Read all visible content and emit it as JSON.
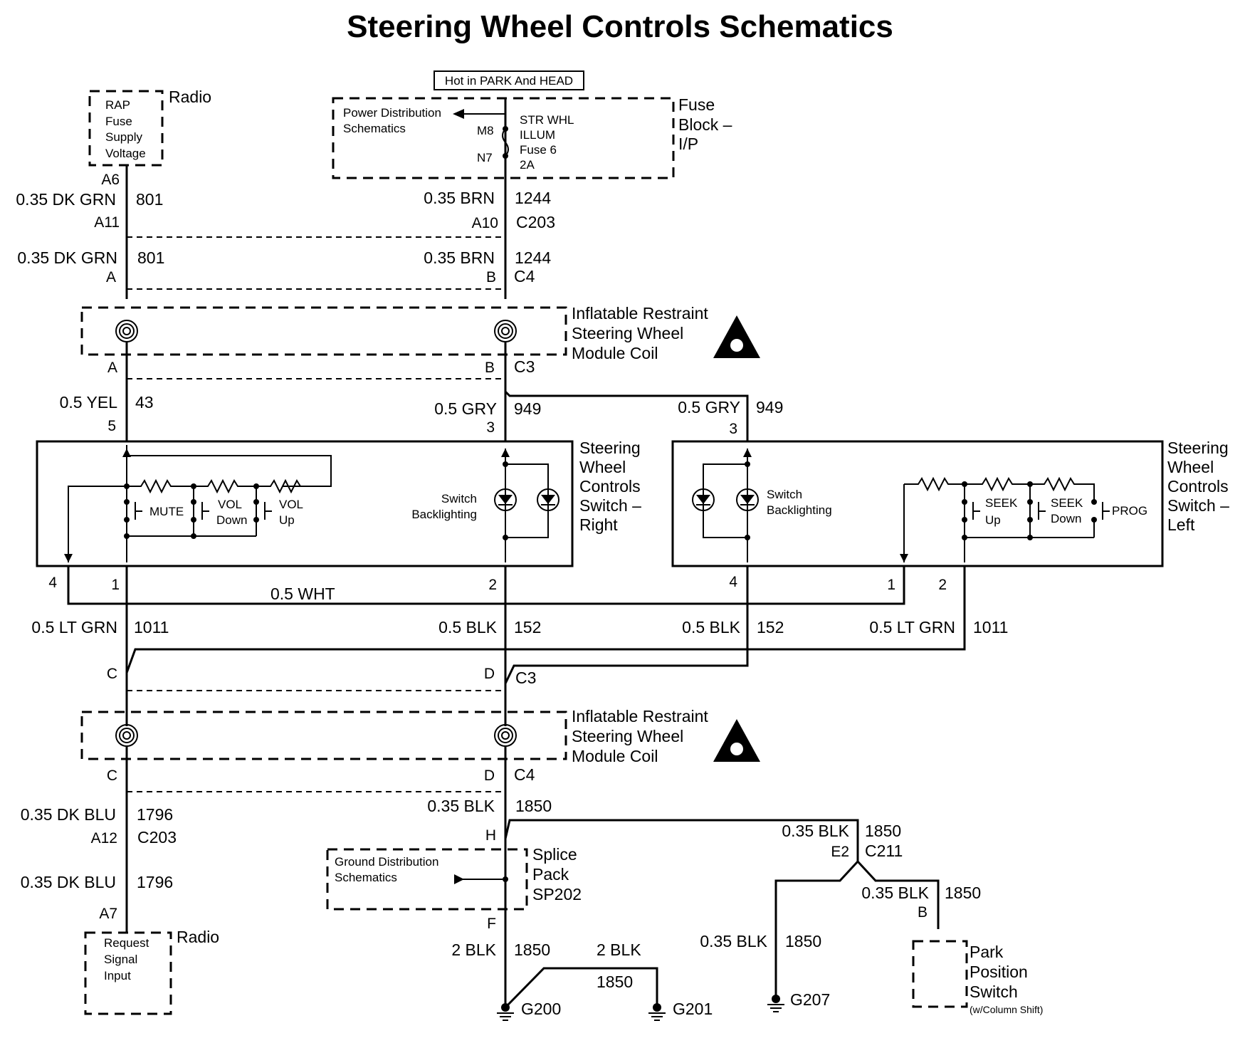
{
  "title": "Steering Wheel Controls Schematics",
  "top": {
    "hot_label": "Hot in PARK And HEAD",
    "radio_rap_lines": [
      "RAP",
      "Fuse",
      "Supply",
      "Voltage"
    ],
    "radio_label": "Radio",
    "power_dist_lines": [
      "Power Distribution",
      "Schematics"
    ],
    "pin_m8": "M8",
    "pin_n7": "N7",
    "fuse_lines": [
      "STR WHL",
      "ILLUM",
      "Fuse 6",
      "2A"
    ],
    "fuse_block_lines": [
      "Fuse",
      "Block –",
      "I/P"
    ]
  },
  "upper_wires": {
    "a6": "A6",
    "w801_a": "0.35 DK GRN",
    "n801_a": "801",
    "a11": "A11",
    "w1244_a": "0.35 BRN",
    "n1244_a": "1244",
    "a10": "A10",
    "c203": "C203",
    "w801_b": "0.35 DK GRN",
    "n801_b": "801",
    "pin_a": "A",
    "w1244_b": "0.35 BRN",
    "n1244_b": "1244",
    "pin_b": "B",
    "c4": "C4"
  },
  "coil_upper": {
    "label_lines": [
      "Inflatable Restraint",
      "Steering Wheel",
      "Module Coil"
    ],
    "pin_a": "A",
    "pin_b": "B",
    "c3": "C3"
  },
  "mid_wires": {
    "w43": "0.5 YEL",
    "n43": "43",
    "pin5": "5",
    "w949_r": "0.5 GRY",
    "n949_r": "949",
    "pin3_r": "3",
    "w949_l": "0.5 GRY",
    "n949_l": "949",
    "pin3_l": "3"
  },
  "switch_right": {
    "label_lines": [
      "Steering",
      "Wheel",
      "Controls",
      "Switch –",
      "Right"
    ],
    "mute": "MUTE",
    "vol_down_lines": [
      "VOL",
      "Down"
    ],
    "vol_up_lines": [
      "VOL",
      "Up"
    ],
    "backlight_lines": [
      "Switch",
      "Backlighting"
    ],
    "pin4": "4",
    "pin1": "1",
    "pin2": "2"
  },
  "switch_left": {
    "label_lines": [
      "Steering",
      "Wheel",
      "Controls",
      "Switch –",
      "Left"
    ],
    "backlight_lines": [
      "Switch",
      "Backlighting"
    ],
    "seek_up_lines": [
      "SEEK",
      "Up"
    ],
    "seek_down_lines": [
      "SEEK",
      "Down"
    ],
    "prog": "PROG",
    "pin4": "4",
    "pin1": "1",
    "pin2": "2"
  },
  "lower_wires": {
    "wht": "0.5 WHT",
    "w1011_r": "0.5 LT GRN",
    "n1011_r": "1011",
    "w152_r": "0.5 BLK",
    "n152_r": "152",
    "w152_l": "0.5 BLK",
    "n152_l": "152",
    "w1011_l": "0.5 LT GRN",
    "n1011_l": "1011",
    "pin_c": "C",
    "pin_d": "D",
    "c3": "C3"
  },
  "coil_lower": {
    "label_lines": [
      "Inflatable Restraint",
      "Steering Wheel",
      "Module Coil"
    ],
    "pin_c": "C",
    "pin_d": "D",
    "c4": "C4"
  },
  "bottom": {
    "w1796_a": "0.35 DK BLU",
    "n1796_a": "1796",
    "a12": "A12",
    "c203": "C203",
    "w1796_b": "0.35 DK BLU",
    "n1796_b": "1796",
    "a7": "A7",
    "radio_req_lines": [
      "Request",
      "Signal",
      "Input"
    ],
    "radio_label": "Radio",
    "w1850_top": "0.35 BLK",
    "n1850_top": "1850",
    "pin_h": "H",
    "ground_dist_lines": [
      "Ground Distribution",
      "Schematics"
    ],
    "splice_lines": [
      "Splice",
      "Pack",
      "SP202"
    ],
    "pin_f": "F",
    "w1850_e2": "0.35 BLK",
    "n1850_e2": "1850",
    "e2": "E2",
    "c211": "C211",
    "w1850_b": "0.35 BLK",
    "n1850_b": "1850",
    "pin_b": "B",
    "w1850_g207": "0.35 BLK",
    "n1850_g207": "1850",
    "w2blk_a": "2 BLK",
    "n1850_g200": "1850",
    "w2blk_b": "2 BLK",
    "n1850_g201": "1850",
    "g200": "G200",
    "g201": "G201",
    "g207": "G207",
    "park_lines": [
      "Park",
      "Position",
      "Switch"
    ],
    "park_note": "(w/Column Shift)"
  }
}
